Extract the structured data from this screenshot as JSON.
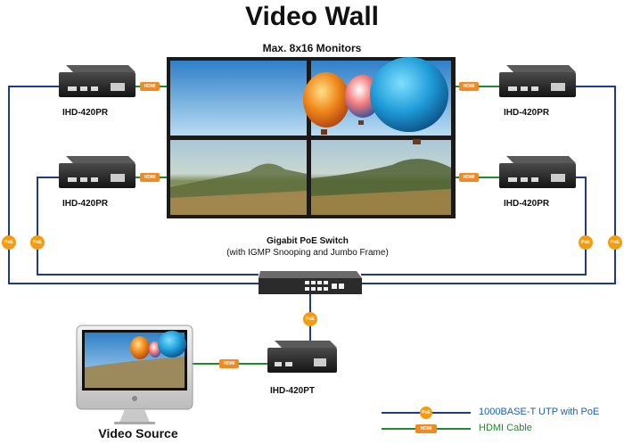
{
  "title": "Video Wall",
  "subtitle": "Max. 8x16 Monitors",
  "receivers": {
    "top_left": "IHD-420PR",
    "mid_left": "IHD-420PR",
    "top_right": "IHD-420PR",
    "mid_right": "IHD-420PR"
  },
  "transmitter": "IHD-420PT",
  "switch": {
    "title": "Gigabit PoE Switch",
    "subtitle": "(with IGMP Snooping and Jumbo Frame)"
  },
  "source_label": "Video Source",
  "tags": {
    "hdmi": "HDMI",
    "poe": "PoE"
  },
  "legend": {
    "utp": "1000BASE-T UTP with PoE",
    "hdmi": "HDMI Cable"
  },
  "colors": {
    "utp_line": "#1e3a8a",
    "hdmi_line": "#1f8a2e",
    "poe_badge": "#f39c12",
    "hdmi_badge": "#f08a24"
  }
}
